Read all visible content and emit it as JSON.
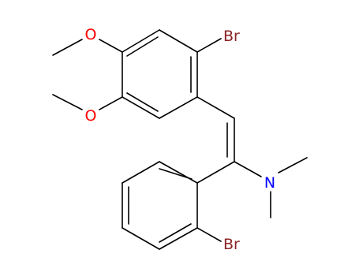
{
  "colors": {
    "bond": "#000000",
    "carbon_label": "#000000",
    "bromine": "#8b2323",
    "oxygen": "#ff0000",
    "nitrogen": "#0000ff"
  },
  "atoms": {
    "br_top": "Br",
    "br_bottom": "Br",
    "o_upper": "O",
    "o_lower": "O",
    "n": "N"
  }
}
